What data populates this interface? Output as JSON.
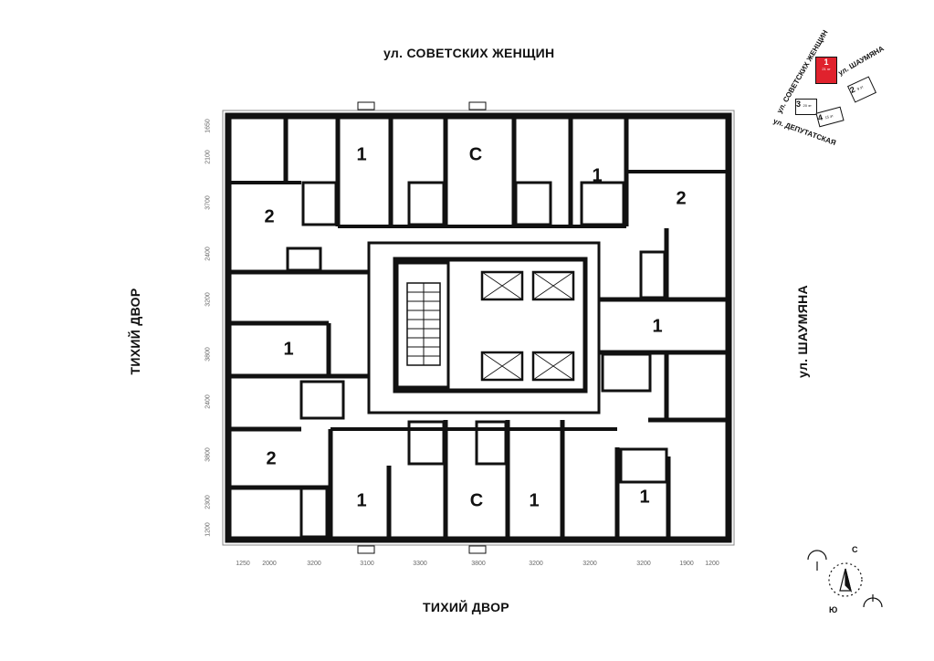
{
  "streets": {
    "top": "ул. СОВЕТСКИХ ЖЕНЩИН",
    "bottom": "ТИХИЙ ДВОР",
    "left": "ТИХИЙ ДВОР",
    "right": "ул. ШАУМЯНА"
  },
  "apartments": [
    {
      "label": "2"
    },
    {
      "label": "1"
    },
    {
      "label": "С"
    },
    {
      "label": "1"
    },
    {
      "label": "2"
    },
    {
      "label": "1"
    },
    {
      "label": "1"
    },
    {
      "label": "2"
    },
    {
      "label": "1"
    },
    {
      "label": "С"
    },
    {
      "label": "1"
    },
    {
      "label": "1"
    }
  ],
  "dims_left": [
    "1650",
    "2100",
    "3700",
    "2400",
    "3200",
    "3800",
    "2400",
    "3800",
    "2300",
    "1200"
  ],
  "dims_bottom": [
    "1250",
    "2000",
    "3200",
    "3100",
    "3300",
    "3800",
    "3200",
    "3200",
    "3200",
    "1900",
    "1200"
  ],
  "keyplan": {
    "street_a": "ул. СОВЕТСКИХ ЖЕНЩИН",
    "street_b": "ул. ШАУМЯНА",
    "street_c": "ул. ДЕПУТАТСКАЯ",
    "sections": [
      {
        "num": "1",
        "sub": "21 эт",
        "active": true
      },
      {
        "num": "2",
        "sub": "9 эт",
        "active": false
      },
      {
        "num": "3",
        "sub": "20 эт",
        "active": false
      },
      {
        "num": "4",
        "sub": "15 эт",
        "active": false
      }
    ],
    "active_color": "#e0222d"
  },
  "compass": {
    "north": "С",
    "south": "Ю"
  }
}
